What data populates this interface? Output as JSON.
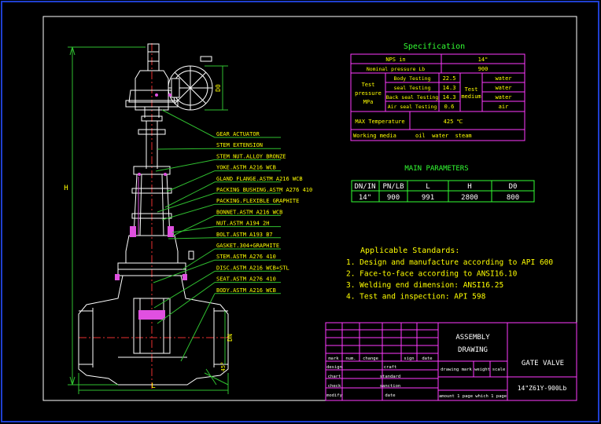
{
  "colors": {
    "background": "#000000",
    "frame_blue": "#1f3fd0",
    "border": "#ffffff",
    "outline": "#ffffff",
    "centerline": "#e83030",
    "dimension": "#30c030",
    "leader": "#30c030",
    "label": "#ffff00",
    "heading": "#33ff33",
    "table_line": "#ff3aff",
    "table_text": "#ffff00",
    "title_text": "#ffffff",
    "param_text": "#ffffff",
    "param_line": "#33ff33",
    "standards_text": "#ffff00",
    "purple_text": "#c060ff"
  },
  "spec": {
    "title": "Specification",
    "nps_label": "NPS in",
    "nps_value": "14\"",
    "pressure_label": "Nominal pressure Lb",
    "pressure_value": "900",
    "test_pressure_label": [
      "Test",
      "pressure",
      "MPa"
    ],
    "tests": [
      {
        "name": "Body Testing",
        "value": "22.5",
        "medium": "water"
      },
      {
        "name": "seal Testing",
        "value": "14.3",
        "medium": "water"
      },
      {
        "name": "Back seal Testing",
        "value": "14.3",
        "medium": "water"
      },
      {
        "name": "Air seal Testing",
        "value": "0.6",
        "medium": "air"
      }
    ],
    "test_medium_label": [
      "Test",
      "medium"
    ],
    "max_temp_label": "MAX Temperature",
    "max_temp_value": "425 ℃",
    "working_media_label": "Working media",
    "working_media_value": "oil  water  steam"
  },
  "main_params": {
    "title": "MAIN PARAMETERS",
    "headers": [
      "DN/IN",
      "PN/LB",
      "L",
      "H",
      "D0"
    ],
    "values": [
      "14\"",
      "900",
      "991",
      "2800",
      "800"
    ]
  },
  "standards": {
    "title": "Applicable Standards:",
    "items": [
      "1. Design and manufacture according to API 600",
      "2. Face-to-face according to ANSI16.10",
      "3. Welding end dimension: ANSI16.25",
      "4. Test and inspection: API 598"
    ]
  },
  "parts": [
    "GEAR ACTUATOR",
    "STEM EXTENSION",
    "STEM NUT.ALLOY BRONZE",
    "YOKE.ASTM A216  WCB",
    "GLAND FLANGE.ASTM A216  WCB",
    "PACKING BUSHING.ASTM A276 410",
    "PACKING.FLEXIBLE GRAPHITE",
    "BONNET.ASTM A216  WCB",
    "NUT.ASTM A194 2H",
    "BOLT.ASTM A193 B7",
    "GASKET.304+GRAPHITE",
    "STEM.ASTM A276 410",
    "DISC.ASTM A216 WCB+STL",
    "SEAT.ASTM A276 410",
    "BODY.ASTM A216  WCB"
  ],
  "dims": {
    "H": "H",
    "L": "L",
    "D0": "D0",
    "DN": "DN",
    "angle": "45°"
  },
  "title_block": {
    "assembly": "ASSEMBLY",
    "drawing": "DRAWING",
    "product_name": "GATE VALVE",
    "drawing_no": "14\"Z61Y-900Lb",
    "rev_headers": [
      "mark",
      "num.",
      "change",
      "sign",
      "date"
    ],
    "roles_left": [
      "design",
      "chart",
      "check",
      "modify"
    ],
    "roles_right": [
      "craft",
      "standard",
      "sanction",
      "date"
    ],
    "cols": [
      "drawing mark",
      "weight",
      "scale"
    ],
    "sheet": "amount   1 page which 1 page"
  }
}
